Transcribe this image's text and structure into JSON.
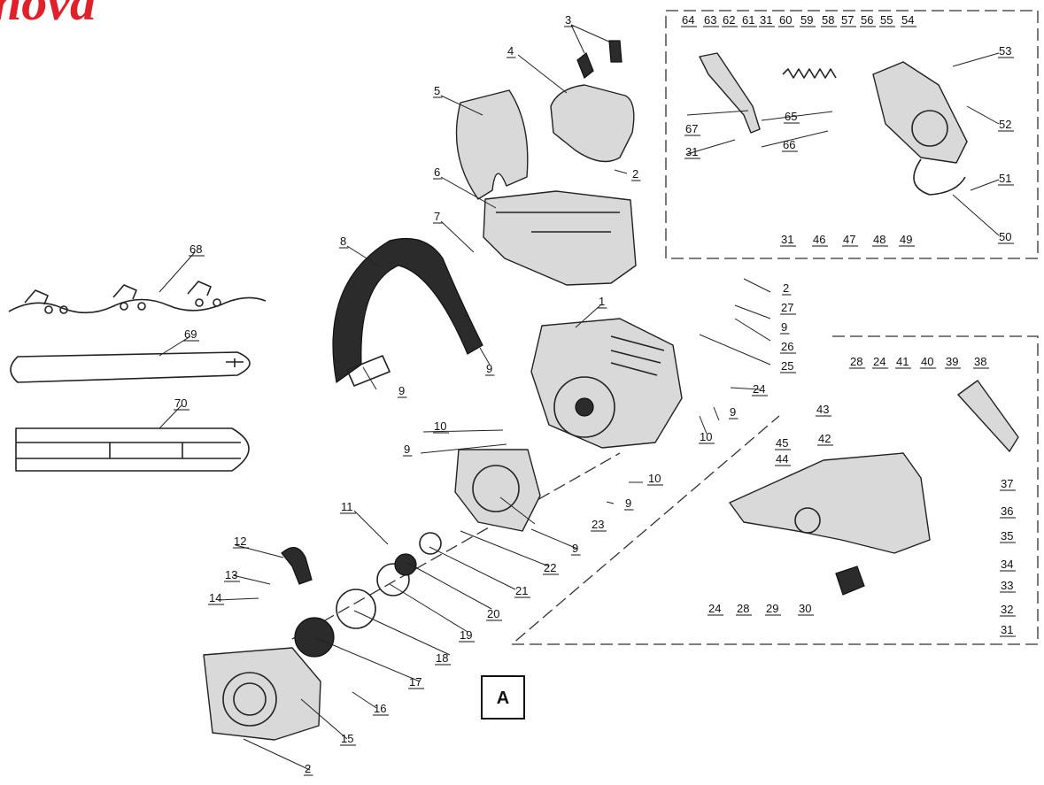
{
  "brand": {
    "logo_text": "nova",
    "color": "#e0202a"
  },
  "diagram": {
    "section_label": "A",
    "callouts": [
      {
        "id": "c3a",
        "label": "3"
      },
      {
        "id": "c4",
        "label": "4"
      },
      {
        "id": "c5",
        "label": "5"
      },
      {
        "id": "c2a",
        "label": "2"
      },
      {
        "id": "c6",
        "label": "6"
      },
      {
        "id": "c7",
        "label": "7"
      },
      {
        "id": "c8",
        "label": "8"
      },
      {
        "id": "c9a",
        "label": "9"
      },
      {
        "id": "c9b",
        "label": "9"
      },
      {
        "id": "c1",
        "label": "1"
      },
      {
        "id": "c2b",
        "label": "2"
      },
      {
        "id": "c27",
        "label": "27"
      },
      {
        "id": "c9c",
        "label": "9"
      },
      {
        "id": "c26",
        "label": "26"
      },
      {
        "id": "c25",
        "label": "25"
      },
      {
        "id": "c24a",
        "label": "24"
      },
      {
        "id": "c9d",
        "label": "9"
      },
      {
        "id": "c10a",
        "label": "10"
      },
      {
        "id": "c10b",
        "label": "10"
      },
      {
        "id": "c9e",
        "label": "9"
      },
      {
        "id": "c10c",
        "label": "10"
      },
      {
        "id": "c9f",
        "label": "9"
      },
      {
        "id": "c23",
        "label": "23"
      },
      {
        "id": "c9g",
        "label": "9"
      },
      {
        "id": "c22",
        "label": "22"
      },
      {
        "id": "c21",
        "label": "21"
      },
      {
        "id": "c11",
        "label": "11"
      },
      {
        "id": "c12",
        "label": "12"
      },
      {
        "id": "c13",
        "label": "13"
      },
      {
        "id": "c14",
        "label": "14"
      },
      {
        "id": "c20",
        "label": "20"
      },
      {
        "id": "c19",
        "label": "19"
      },
      {
        "id": "c18",
        "label": "18"
      },
      {
        "id": "c17",
        "label": "17"
      },
      {
        "id": "c16",
        "label": "16"
      },
      {
        "id": "c15",
        "label": "15"
      },
      {
        "id": "c2c",
        "label": "2"
      },
      {
        "id": "c68",
        "label": "68"
      },
      {
        "id": "c69",
        "label": "69"
      },
      {
        "id": "c70",
        "label": "70"
      },
      {
        "id": "c64",
        "label": "64"
      },
      {
        "id": "c63",
        "label": "63"
      },
      {
        "id": "c62",
        "label": "62"
      },
      {
        "id": "c61",
        "label": "61"
      },
      {
        "id": "c31a",
        "label": "31"
      },
      {
        "id": "c60",
        "label": "60"
      },
      {
        "id": "c59",
        "label": "59"
      },
      {
        "id": "c58",
        "label": "58"
      },
      {
        "id": "c57",
        "label": "57"
      },
      {
        "id": "c56",
        "label": "56"
      },
      {
        "id": "c55",
        "label": "55"
      },
      {
        "id": "c54",
        "label": "54"
      },
      {
        "id": "c53",
        "label": "53"
      },
      {
        "id": "c52",
        "label": "52"
      },
      {
        "id": "c65",
        "label": "65"
      },
      {
        "id": "c67",
        "label": "67"
      },
      {
        "id": "c66",
        "label": "66"
      },
      {
        "id": "c31b",
        "label": "31"
      },
      {
        "id": "c51",
        "label": "51"
      },
      {
        "id": "c50",
        "label": "50"
      },
      {
        "id": "c31c",
        "label": "31"
      },
      {
        "id": "c46",
        "label": "46"
      },
      {
        "id": "c47",
        "label": "47"
      },
      {
        "id": "c48",
        "label": "48"
      },
      {
        "id": "c49",
        "label": "49"
      },
      {
        "id": "c28a",
        "label": "28"
      },
      {
        "id": "c24b",
        "label": "24"
      },
      {
        "id": "c41",
        "label": "41"
      },
      {
        "id": "c40",
        "label": "40"
      },
      {
        "id": "c39",
        "label": "39"
      },
      {
        "id": "c38",
        "label": "38"
      },
      {
        "id": "c43",
        "label": "43"
      },
      {
        "id": "c45",
        "label": "45"
      },
      {
        "id": "c44",
        "label": "44"
      },
      {
        "id": "c42",
        "label": "42"
      },
      {
        "id": "c37",
        "label": "37"
      },
      {
        "id": "c36",
        "label": "36"
      },
      {
        "id": "c35",
        "label": "35"
      },
      {
        "id": "c34",
        "label": "34"
      },
      {
        "id": "c33",
        "label": "33"
      },
      {
        "id": "c32",
        "label": "32"
      },
      {
        "id": "c31d",
        "label": "31"
      },
      {
        "id": "c24c",
        "label": "24"
      },
      {
        "id": "c28b",
        "label": "28"
      },
      {
        "id": "c29",
        "label": "29"
      },
      {
        "id": "c30",
        "label": "30"
      }
    ]
  }
}
